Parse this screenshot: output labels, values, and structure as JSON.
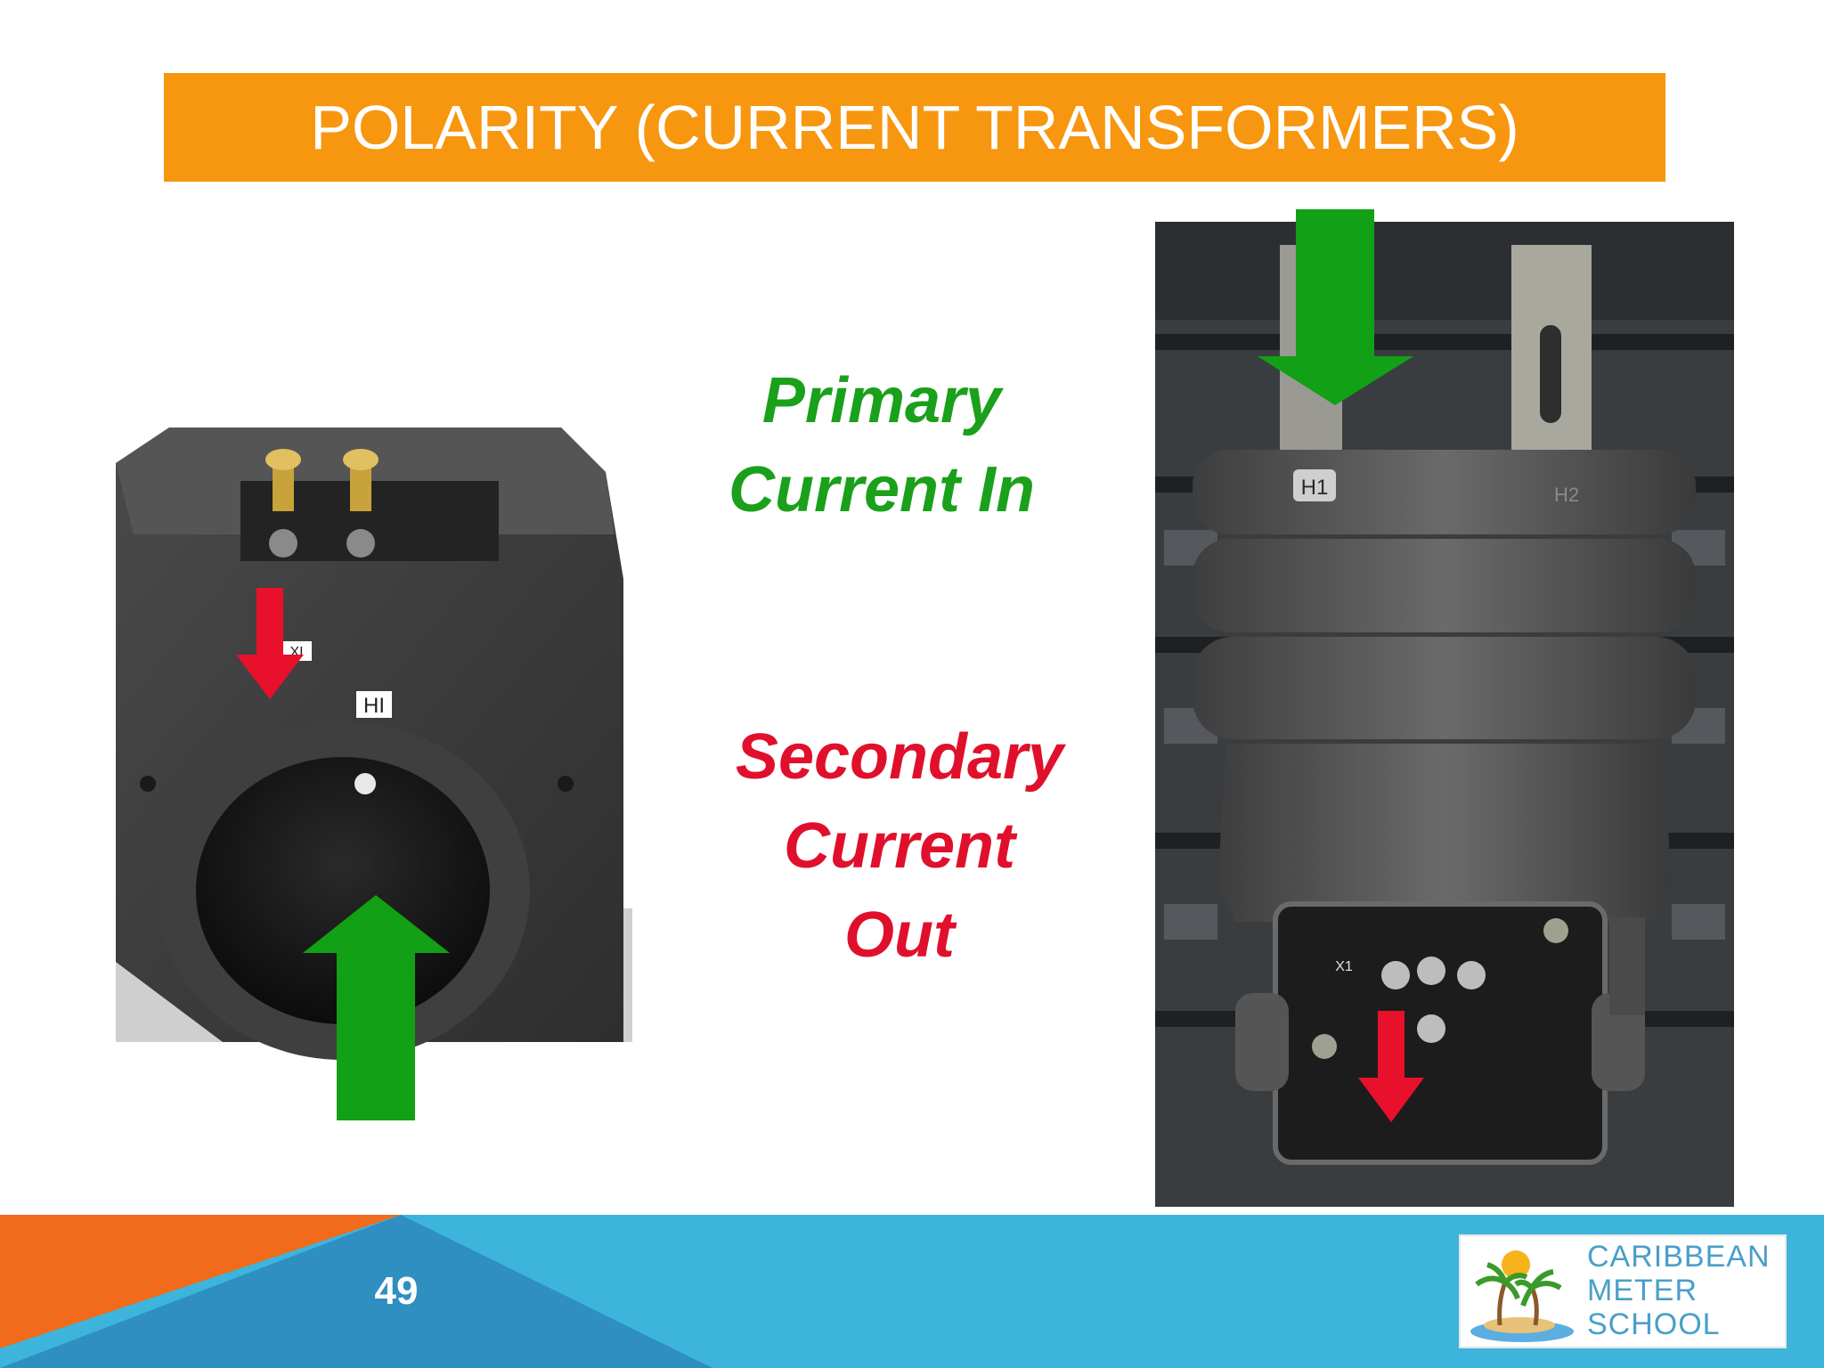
{
  "slide": {
    "title": "POLARITY (CURRENT TRANSFORMERS)",
    "page_number": "49"
  },
  "labels": {
    "primary": [
      "Primary",
      "Current In"
    ],
    "secondary": [
      "Secondary",
      "Current",
      "Out"
    ]
  },
  "left_photo": {
    "terminal_x1": "XI",
    "terminal_h1": "HI"
  },
  "right_photo": {
    "terminal_h1": "H1",
    "terminal_h2": "H2",
    "terminal_x1": "X1"
  },
  "logo": {
    "lines": [
      "CARIBBEAN",
      "METER",
      "SCHOOL"
    ]
  },
  "colors": {
    "title_bar": "#f7960f",
    "primary_text": "#1aa01a",
    "secondary_text": "#e0102c",
    "arrow_green": "#12a016",
    "arrow_red": "#e8102a",
    "footer_blue": "#3db4dc",
    "footer_orange": "#f26a1c",
    "footer_dark_blue": "#2e8fc0"
  },
  "icons": [
    "green-arrow-up-icon",
    "red-arrow-down-icon",
    "green-arrow-down-icon",
    "palm-tree-icon"
  ]
}
